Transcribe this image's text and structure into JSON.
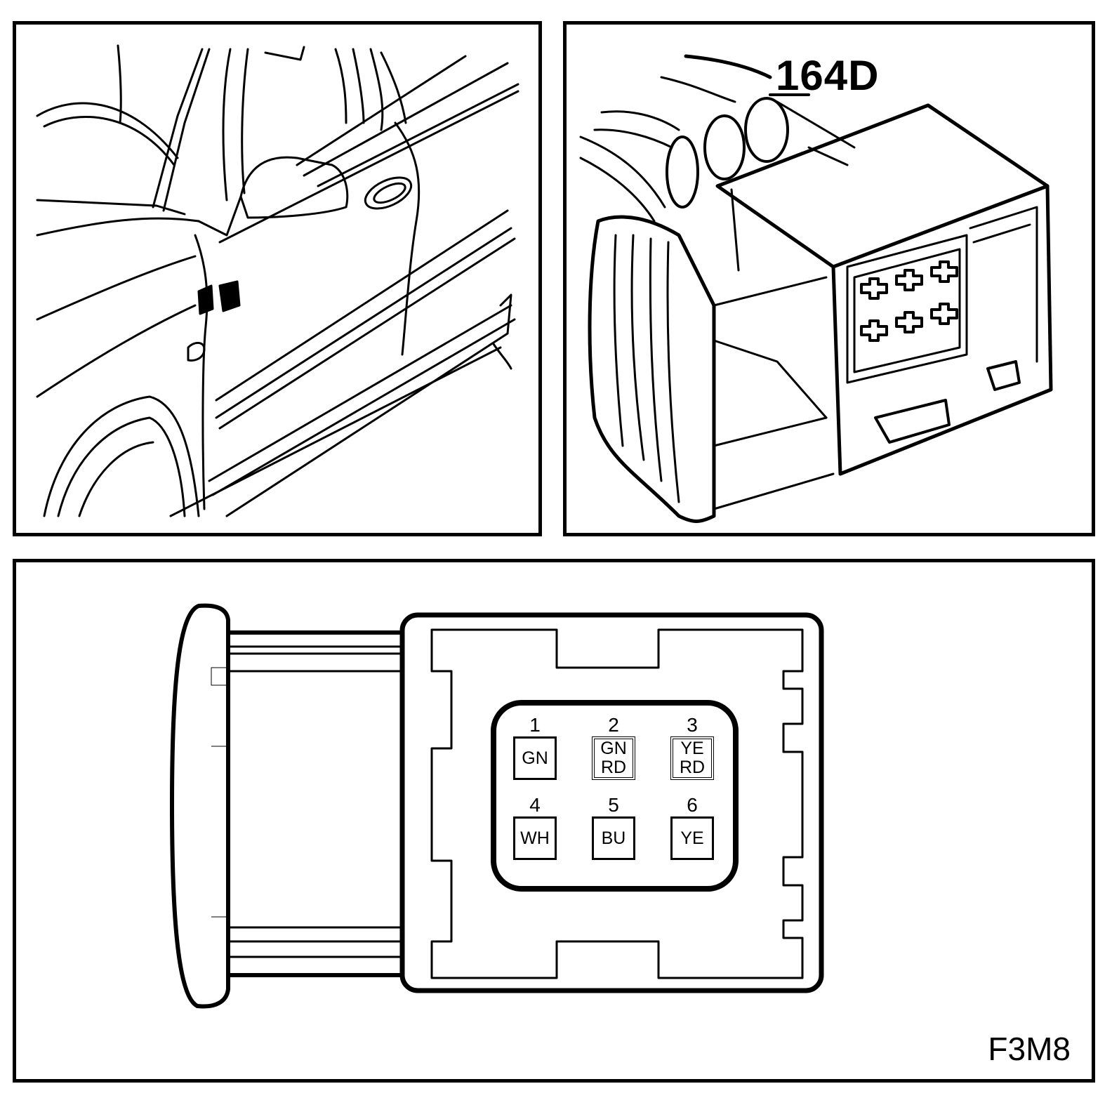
{
  "connector": {
    "id": "164D",
    "pins": [
      {
        "number": "1",
        "colors": [
          "GN"
        ]
      },
      {
        "number": "2",
        "colors": [
          "GN",
          "RD"
        ]
      },
      {
        "number": "3",
        "colors": [
          "YE",
          "RD"
        ]
      },
      {
        "number": "4",
        "colors": [
          "WH"
        ]
      },
      {
        "number": "5",
        "colors": [
          "BU"
        ]
      },
      {
        "number": "6",
        "colors": [
          "YE"
        ]
      }
    ]
  },
  "figure_code": "F3M8"
}
